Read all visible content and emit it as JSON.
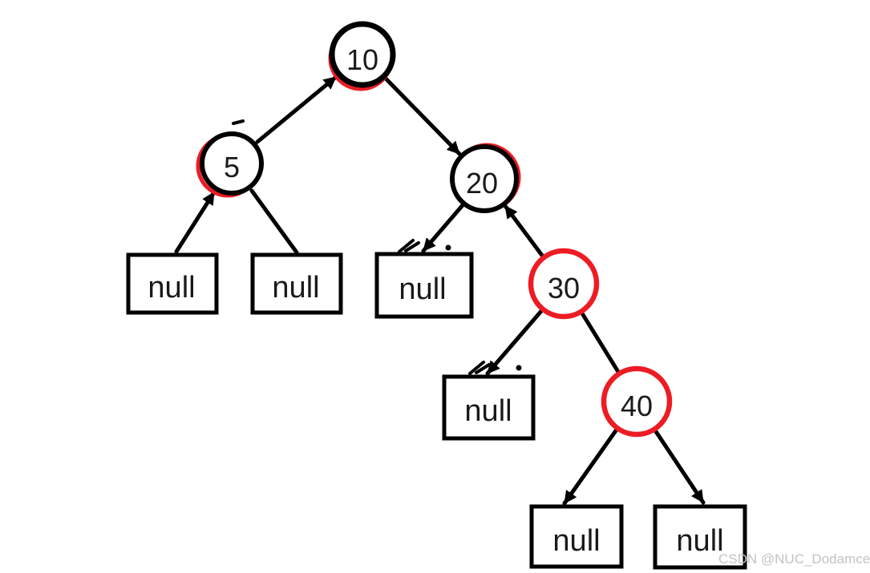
{
  "diagram": {
    "type": "binary-search-tree",
    "nodes": [
      {
        "id": "n10",
        "value": "10",
        "ring": "black+red",
        "parent": null,
        "role": "root"
      },
      {
        "id": "n5",
        "value": "5",
        "ring": "black+red",
        "parent": "10",
        "role": "left-child"
      },
      {
        "id": "n20",
        "value": "20",
        "ring": "black+red",
        "parent": "10",
        "role": "right-child"
      },
      {
        "id": "n30",
        "value": "30",
        "ring": "red",
        "parent": "20",
        "role": "right-child"
      },
      {
        "id": "n40",
        "value": "40",
        "ring": "red",
        "parent": "30",
        "role": "right-child"
      }
    ],
    "null_boxes": [
      {
        "label": "null",
        "parent": "5",
        "side": "left"
      },
      {
        "label": "null",
        "parent": "5",
        "side": "right"
      },
      {
        "label": "null",
        "parent": "20",
        "side": "left"
      },
      {
        "label": "null",
        "parent": "30",
        "side": "left"
      },
      {
        "label": "null",
        "parent": "40",
        "side": "left"
      },
      {
        "label": "null",
        "parent": "40",
        "side": "right"
      }
    ],
    "edges": [
      {
        "from": "5",
        "to": "10",
        "arrowhead": "at-10"
      },
      {
        "from": "10",
        "to": "20",
        "arrowhead": "at-20"
      },
      {
        "from": "null-5-L",
        "to": "5",
        "arrowhead": "at-5"
      },
      {
        "from": "5",
        "to": "null-5-R",
        "arrowhead": "none"
      },
      {
        "from": "20",
        "to": "null-20-L",
        "arrowhead": "at-null"
      },
      {
        "from": "30",
        "to": "20",
        "arrowhead": "at-20"
      },
      {
        "from": "30",
        "to": "null-30-L",
        "arrowhead": "at-null"
      },
      {
        "from": "30",
        "to": "40",
        "arrowhead": "none"
      },
      {
        "from": "40",
        "to": "null-40-L",
        "arrowhead": "at-null"
      },
      {
        "from": "40",
        "to": "null-40-R",
        "arrowhead": "at-null"
      }
    ],
    "colors": {
      "node_outline_black": "#000000",
      "node_outline_red": "#ed1c24",
      "edge": "#000000",
      "text": "#1a1a1a",
      "background": "#ffffff"
    }
  },
  "watermark": {
    "text": "CSDN @NUC_Dodamce",
    "color": "#c3c3c3"
  }
}
